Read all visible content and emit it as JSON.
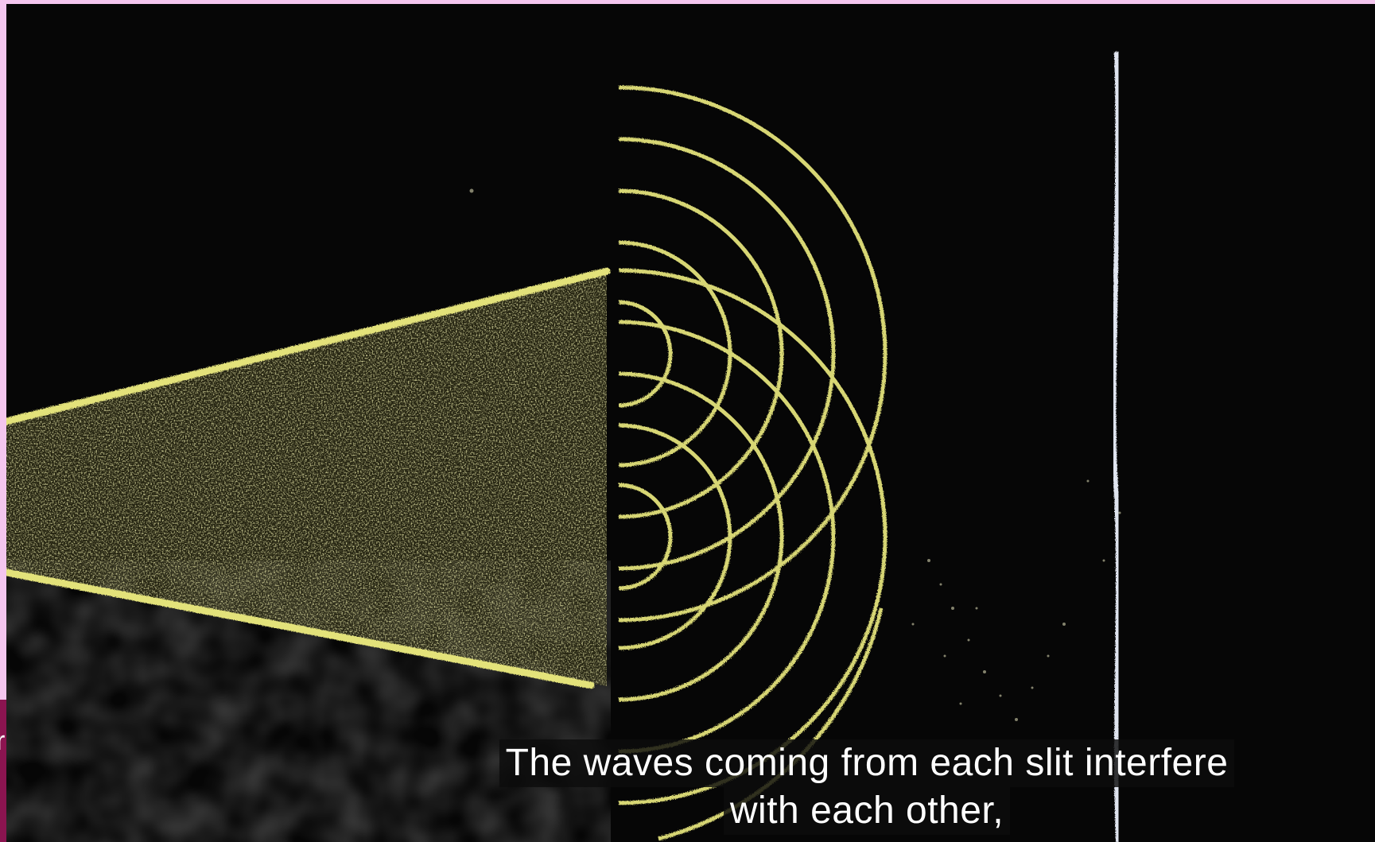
{
  "video": {
    "caption_lines": [
      "The waves coming from each slit interfere",
      "with each other,"
    ]
  },
  "side_panel": {
    "partial_glyph": "r"
  },
  "colors": {
    "background_border": "#f4c6ef",
    "side_panel_accent": "#8b1450",
    "chalkboard": "#060606",
    "chalk_yellow": "#e3e27a",
    "chalk_white": "#dfe4ef"
  }
}
